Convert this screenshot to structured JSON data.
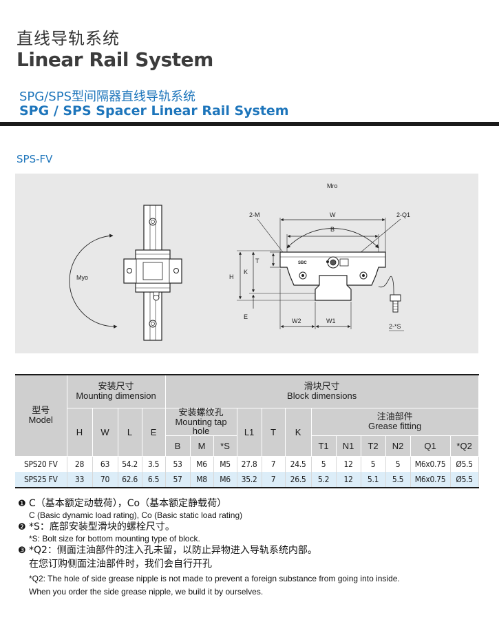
{
  "header": {
    "title_cn": "直线导轨系统",
    "title_en": "Linear Rail System",
    "subtitle_cn": "SPG/SPS型间隔器直线导轨系统",
    "subtitle_en": "SPG / SPS Spacer Linear Rail System",
    "model_tag": "SPS-FV"
  },
  "figure": {
    "labels": {
      "myo": "Myo",
      "mro": "Mro",
      "two_m": "2-M",
      "two_q1": "2-Q1",
      "w": "W",
      "b": "B",
      "t": "T",
      "h": "H",
      "k": "K",
      "e": "E",
      "w2": "W2",
      "w1": "W1",
      "two_s": "2-*S",
      "brand": "SBC"
    }
  },
  "table": {
    "model_cn": "型号",
    "model_en": "Model",
    "mounting_cn": "安装尺寸",
    "mounting_en": "Mounting dimension",
    "block_cn": "滑块尺寸",
    "block_en": "Block dimensions",
    "tap_cn": "安装螺纹孔",
    "tap_en": "Mounting tap hole",
    "grease_cn": "注油部件",
    "grease_en": "Grease fitting",
    "col_h": "H",
    "col_w": "W",
    "col_l": "L",
    "col_e": "E",
    "col_b": "B",
    "col_m": "M",
    "col_s": "*S",
    "col_l1": "L1",
    "col_t": "T",
    "col_k": "K",
    "col_t1": "T1",
    "col_n1": "N1",
    "col_t2": "T2",
    "col_n2": "N2",
    "col_q1": "Q1",
    "col_q2": "*Q2",
    "rows": [
      [
        "SPS20 FV",
        "28",
        "63",
        "54.2",
        "3.5",
        "53",
        "M6",
        "M5",
        "27.8",
        "7",
        "24.5",
        "5",
        "12",
        "5",
        "5",
        "M6x0.75",
        "Ø5.5"
      ],
      [
        "SPS25 FV",
        "33",
        "70",
        "62.6",
        "6.5",
        "57",
        "M8",
        "M6",
        "35.2",
        "7",
        "26.5",
        "5.2",
        "12",
        "5.1",
        "5.5",
        "M6x0.75",
        "Ø5.5"
      ]
    ]
  },
  "notes": {
    "n1_bullet": "❶",
    "n1_cn": "C（基本额定动载荷），Co（基本额定静载荷）",
    "n1_en": "C (Basic dynamic load rating), Co (Basic static load rating)",
    "n2_bullet": "❷",
    "n2_cn": "*S：底部安装型滑块的螺栓尺寸。",
    "n2_en": "*S: Bolt size for bottom mounting type of block.",
    "n3_bullet": "❸",
    "n3_cn": "*Q2：侧面注油部件的注入孔未留，以防止异物进入导轨系统内部。",
    "n3_cn2": "在您订购侧面注油部件时，我们会自行开孔",
    "n3_en": "*Q2: The hole of side grease nipple is not made to prevent a foreign substance from going into inside.",
    "n3_en2": "When you order the side grease nipple, we build it by ourselves."
  }
}
